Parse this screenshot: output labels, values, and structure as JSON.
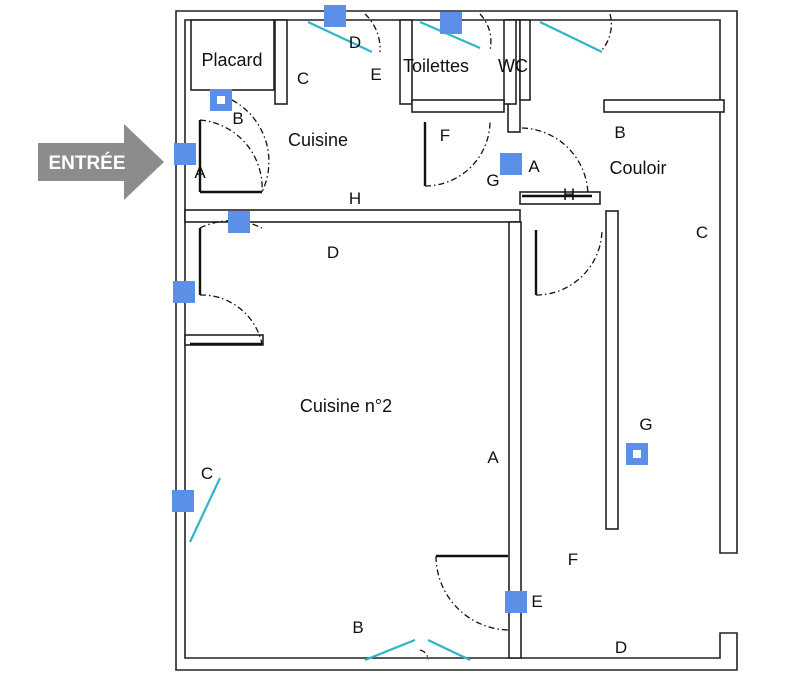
{
  "entrance": {
    "label": "ENTRÉE"
  },
  "rooms": {
    "placard": "Placard",
    "cuisine": "Cuisine",
    "toilettes": "Toilettes",
    "wc": "WC",
    "couloir": "Couloir",
    "cuisine2": "Cuisine n°2"
  },
  "letters": {
    "d_top": "D",
    "c_kitchen": "C",
    "e_top": "E",
    "b_kitchen": "B",
    "a_entry": "A",
    "f_wc": "F",
    "g_wc": "G",
    "a_wc": "A",
    "b_corridor": "B",
    "h_kitchen": "H",
    "h_corridor": "H",
    "c_corridor": "C",
    "d_kitchen2": "D",
    "g_corridor": "G",
    "a_kitchen2": "A",
    "c_left": "C",
    "f_corridor": "F",
    "e_bottom": "E",
    "b_bottom": "B",
    "d_bottom": "D"
  },
  "colors": {
    "marker": "#5b8fe8",
    "window": "#2fb5c9",
    "arrow": "#8c8c8c"
  }
}
